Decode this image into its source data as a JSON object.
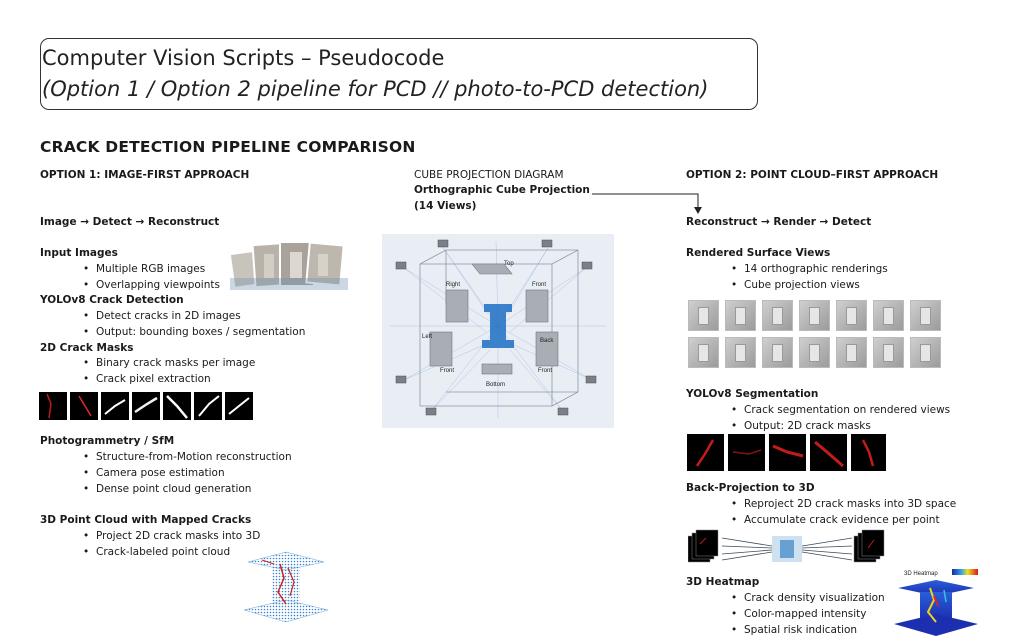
{
  "title": {
    "line1": "Computer Vision Scripts – Pseudocode",
    "line2": "(Option 1 / Option 2 pipeline for PCD // photo-to-PCD detection)"
  },
  "heading": "CRACK DETECTION PIPELINE COMPARISON",
  "option1": {
    "heading": "OPTION 1: IMAGE-FIRST APPROACH",
    "flow": "Image → Detect → Reconstruct",
    "sections": [
      {
        "title": "Input Images",
        "bullets": [
          "Multiple RGB images",
          "Overlapping viewpoints"
        ]
      },
      {
        "title": "YOLOv8 Crack Detection",
        "bullets": [
          "Detect cracks in 2D images",
          "Output: bounding boxes / segmentation"
        ]
      },
      {
        "title": "2D Crack Masks",
        "bullets": [
          "Binary crack masks per image",
          "Crack pixel extraction"
        ]
      },
      {
        "title": "Photogrammetry / SfM",
        "bullets": [
          "Structure-from-Motion reconstruction",
          "Camera pose estimation",
          "Dense point cloud generation"
        ]
      },
      {
        "title": "3D Point Cloud with Mapped Cracks",
        "bullets": [
          "Project 2D crack masks into 3D",
          "Crack-labeled point cloud"
        ]
      }
    ]
  },
  "cube": {
    "caption": "CUBE PROJECTION DIAGRAM",
    "title": "Orthographic Cube Projection",
    "subtitle": "(14 Views)",
    "labels": {
      "top": "Top",
      "bottom": "Bottom",
      "left": "Left",
      "right": "Right",
      "front": "Front",
      "front2": "Front",
      "front3": "Front",
      "back": "Back"
    }
  },
  "option2": {
    "heading": "OPTION 2: POINT CLOUD–FIRST APPROACH",
    "flow": "Reconstruct → Render → Detect",
    "sections": [
      {
        "title": "Rendered Surface Views",
        "bullets": [
          "14 orthographic renderings",
          "Cube projection views"
        ]
      },
      {
        "title": "YOLOv8 Segmentation",
        "bullets": [
          "Crack segmentation on rendered views",
          "Output: 2D crack masks"
        ]
      },
      {
        "title": "Back-Projection to 3D",
        "bullets": [
          "Reproject 2D crack masks into 3D space",
          "Accumulate crack evidence per point"
        ]
      },
      {
        "title": "3D Heatmap",
        "bullets": [
          "Crack density visualization",
          "Color-mapped intensity",
          "Spatial risk indication"
        ]
      }
    ],
    "heatmap_label": "3D Heatmap"
  },
  "colors": {
    "crack": "#d21f1f",
    "blue": "#3a86c8",
    "mask_bg": "#000000"
  }
}
